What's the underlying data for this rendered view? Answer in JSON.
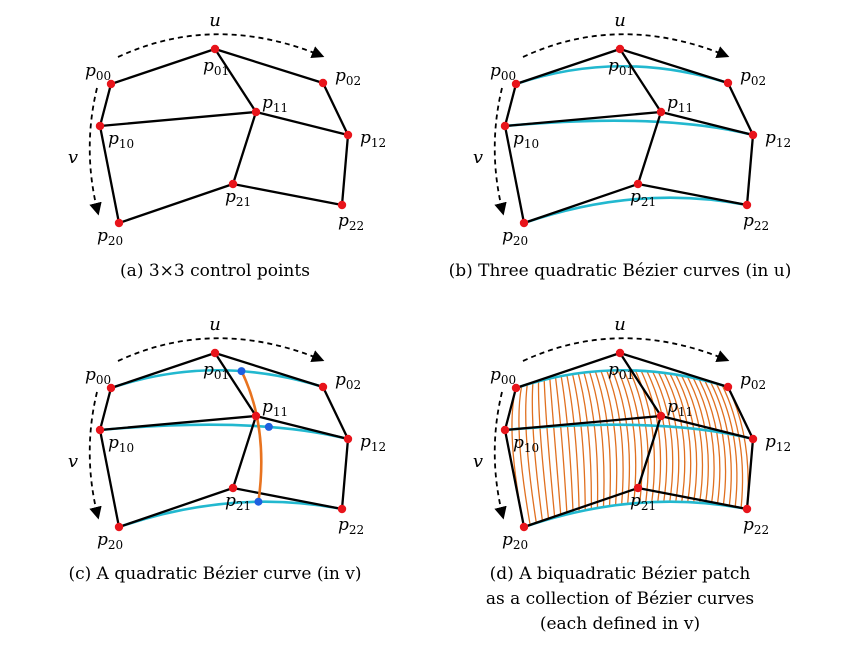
{
  "panels": [
    {
      "caption": [
        "(a) 3×3 control points"
      ],
      "show_curves_u": false,
      "show_curve_v": false,
      "show_patch": false
    },
    {
      "caption": [
        "(b) Three quadratic Bézier curves (in u)"
      ],
      "show_curves_u": true,
      "show_curve_v": false,
      "show_patch": false
    },
    {
      "caption": [
        "(c) A quadratic Bézier curve (in v)"
      ],
      "show_curves_u": true,
      "show_curve_v": true,
      "show_patch": false
    },
    {
      "caption": [
        "(d) A biquadratic Bézier patch",
        "as a collection of Bézier curves",
        "(each defined in v)"
      ],
      "show_curves_u": true,
      "show_curve_v": false,
      "show_patch": true
    }
  ],
  "axis_labels": {
    "u": "u",
    "v": "v"
  },
  "point_labels": [
    [
      "p00",
      "p01",
      "p02"
    ],
    [
      "p10",
      "p11",
      "p12"
    ],
    [
      "p20",
      "p21",
      "p22"
    ]
  ],
  "colors": {
    "control_net": "#000000",
    "control_point": "#e8141b",
    "curve_u": "#22b8cf",
    "curve_v": "#e8731f",
    "curve_v_point": "#1f5fe0",
    "patch_lines": "#e07020"
  }
}
